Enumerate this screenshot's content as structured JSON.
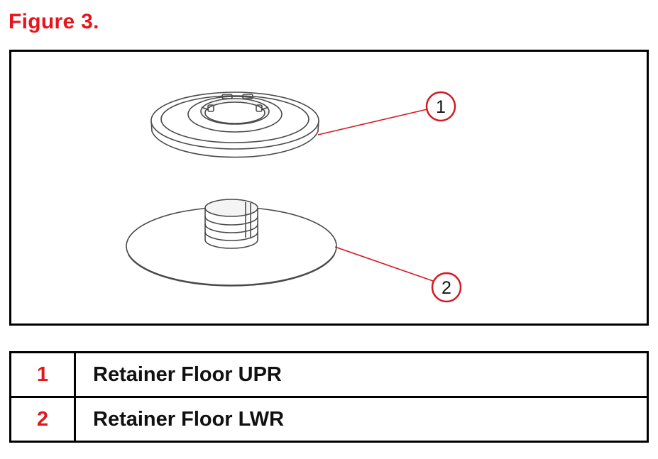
{
  "figure": {
    "title": "Figure 3.",
    "callouts": [
      {
        "number": "1"
      },
      {
        "number": "2"
      }
    ]
  },
  "legend": {
    "rows": [
      {
        "number": "1",
        "description": "Retainer Floor UPR"
      },
      {
        "number": "2",
        "description": "Retainer Floor LWR"
      }
    ]
  },
  "colors": {
    "accent": "#e8141b",
    "line": "#4a4a4a",
    "border": "#000000"
  }
}
